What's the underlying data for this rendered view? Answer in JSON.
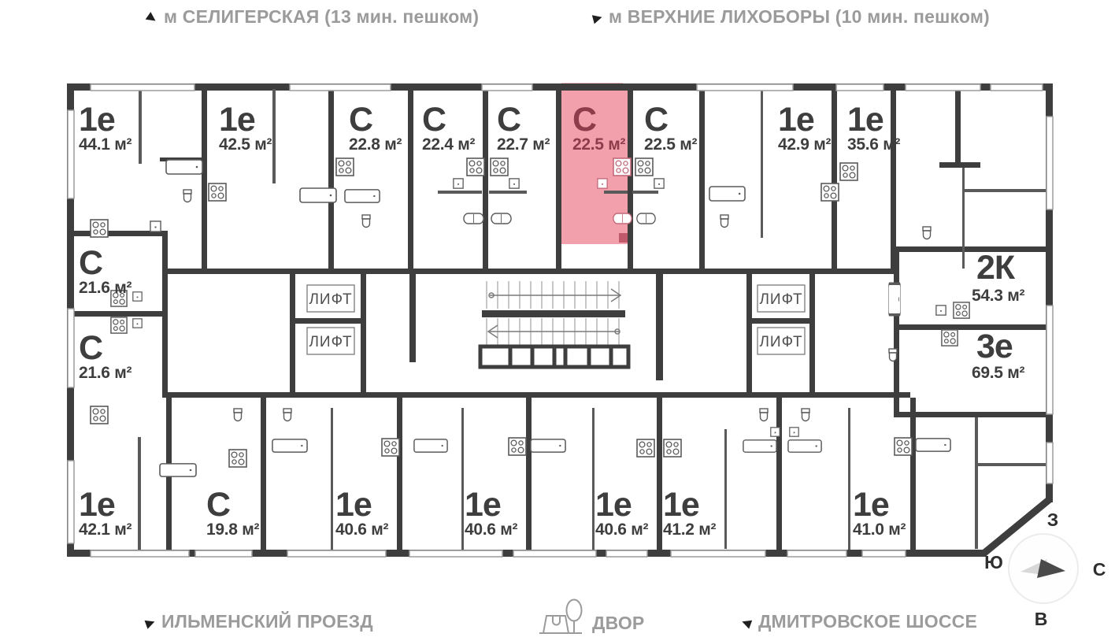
{
  "header": {
    "metro_left": "м СЕЛИГЕРСКАЯ (13 мин. пешком)",
    "metro_right": "м ВЕРХНИЕ ЛИХОБОРЫ (10 мин. пешком)"
  },
  "footer": {
    "street_left": "ИЛЬМЕНСКИЙ ПРОЕЗД",
    "courtyard_label": "ДВОР",
    "street_right": "ДМИТРОВСКОЕ ШОССЕ"
  },
  "compass": {
    "west": "З",
    "south": "Ю",
    "north": "С",
    "east": "В"
  },
  "icons": {
    "direction_arrow": "▶",
    "courtyard": "tree with planter",
    "stove": "square with 4 burners",
    "bathtub": "rounded rectangle",
    "toilet": "tank with bowl",
    "sink": "square with dot"
  },
  "plan": {
    "elevator_label": "ЛИФТ",
    "colors": {
      "wall": "#3E3E3E",
      "label_dark": "#3E3E3E",
      "label_gray": "#9B9B9B",
      "highlight_fill": "#F2A0AB",
      "highlight_window": "#F6C3CA",
      "highlight_text": "#8E3B4B"
    },
    "units": [
      {
        "type": "1е",
        "area": "44.1 м²",
        "highlighted": false
      },
      {
        "type": "1е",
        "area": "42.5 м²",
        "highlighted": false
      },
      {
        "type": "С",
        "area": "22.8 м²",
        "highlighted": false
      },
      {
        "type": "С",
        "area": "22.4 м²",
        "highlighted": false
      },
      {
        "type": "С",
        "area": "22.7 м²",
        "highlighted": false
      },
      {
        "type": "С",
        "area": "22.5 м²",
        "highlighted": true
      },
      {
        "type": "С",
        "area": "22.5 м²",
        "highlighted": false
      },
      {
        "type": "1е",
        "area": "42.9 м²",
        "highlighted": false
      },
      {
        "type": "1е",
        "area": "35.6 м²",
        "highlighted": false
      },
      {
        "type": "2К",
        "area": "54.3 м²",
        "highlighted": false
      },
      {
        "type": "3е",
        "area": "69.5 м²",
        "highlighted": false
      },
      {
        "type": "С",
        "area": "21.6 м²",
        "highlighted": false
      },
      {
        "type": "С",
        "area": "21.6 м²",
        "highlighted": false
      },
      {
        "type": "1е",
        "area": "42.1 м²",
        "highlighted": false
      },
      {
        "type": "С",
        "area": "19.8 м²",
        "highlighted": false
      },
      {
        "type": "1е",
        "area": "40.6 м²",
        "highlighted": false
      },
      {
        "type": "1е",
        "area": "40.6 м²",
        "highlighted": false
      },
      {
        "type": "1е",
        "area": "40.6 м²",
        "highlighted": false
      },
      {
        "type": "1е",
        "area": "41.2 м²",
        "highlighted": false
      },
      {
        "type": "1е",
        "area": "41.0 м²",
        "highlighted": false
      }
    ]
  }
}
